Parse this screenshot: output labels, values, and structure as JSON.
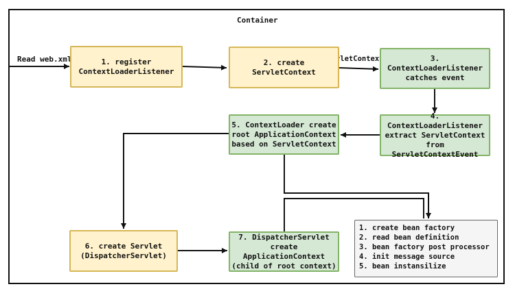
{
  "container": {
    "title": "Container"
  },
  "input_label": "Read web.xml",
  "event_label": "ServletContextEvent",
  "nodes": {
    "n1": [
      "1. register",
      "ContextLoaderListener"
    ],
    "n2": [
      "2. create ServletContext"
    ],
    "n3": [
      "3. ContextLoaderListener",
      "catches event"
    ],
    "n4": [
      "4. ContextLoaderListener",
      "extract ServletContext",
      "from ServletContextEvent"
    ],
    "n5": [
      "5. ContextLoader create",
      "root ApplicationContext",
      "based on ServletContext"
    ],
    "n6": [
      "6. create Servlet",
      "(DispatcherServlet)"
    ],
    "n7": [
      "7. DispatcherServlet",
      "create ApplicationContext",
      "(child of root context)"
    ]
  },
  "steps": [
    "1. create bean factory",
    "2. read bean definition",
    "3. bean factory post processor",
    "4. init message source",
    "5. bean instansilize"
  ],
  "colors": {
    "yellow_fill": "#fff2cc",
    "yellow_stroke": "#d6b656",
    "green_fill": "#d5e8d4",
    "green_stroke": "#82b366",
    "gray_fill": "#f5f5f5"
  }
}
